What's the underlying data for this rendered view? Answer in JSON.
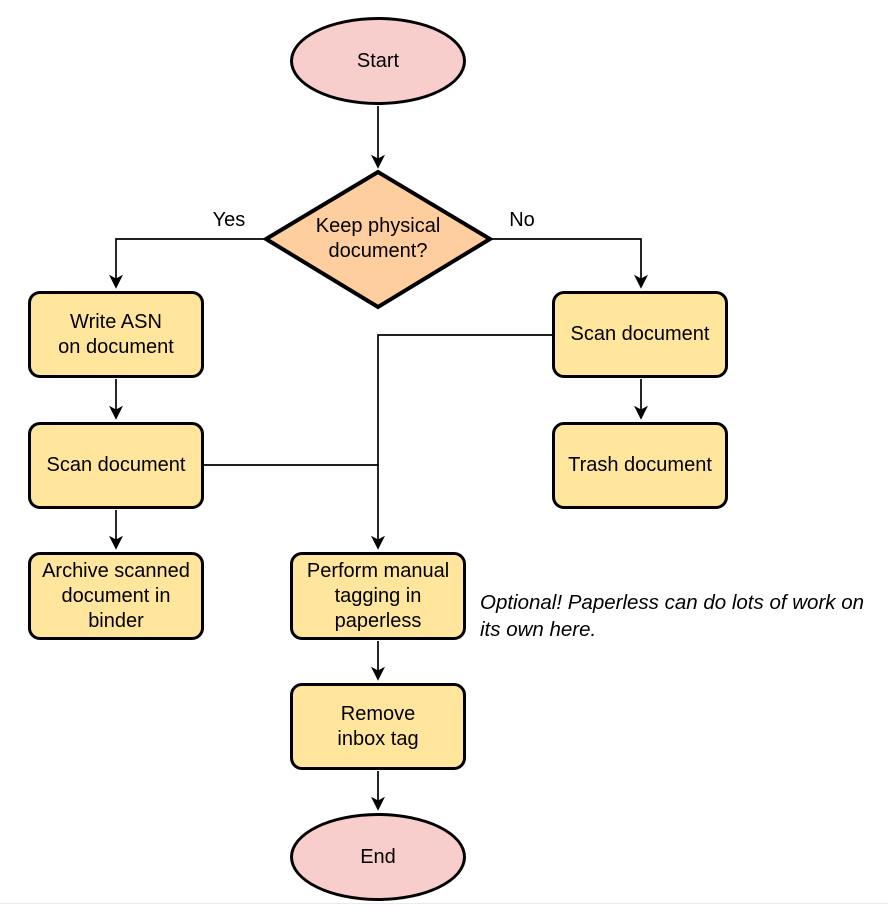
{
  "colors": {
    "terminal_fill": "#f8cecc",
    "decision_fill": "#ffce9e",
    "process_fill": "#ffe69c",
    "stroke": "#000000",
    "background": "#ffffff"
  },
  "nodes": {
    "start": {
      "type": "terminal",
      "label": "Start"
    },
    "decision": {
      "type": "decision",
      "label": "Keep physical\ndocument?"
    },
    "write_asn": {
      "type": "process",
      "label": "Write ASN\non document"
    },
    "scan_left": {
      "type": "process",
      "label": "Scan document"
    },
    "archive": {
      "type": "process",
      "label": "Archive scanned\ndocument in\nbinder"
    },
    "scan_right": {
      "type": "process",
      "label": "Scan document"
    },
    "trash": {
      "type": "process",
      "label": "Trash document"
    },
    "tagging": {
      "type": "process",
      "label": "Perform manual\ntagging in\npaperless"
    },
    "remove_inbox": {
      "type": "process",
      "label": "Remove\ninbox tag"
    },
    "end": {
      "type": "terminal",
      "label": "End"
    }
  },
  "edge_labels": {
    "yes": "Yes",
    "no": "No"
  },
  "edges": [
    {
      "from": "start",
      "to": "decision"
    },
    {
      "from": "decision",
      "to": "write_asn",
      "label": "Yes"
    },
    {
      "from": "decision",
      "to": "scan_right",
      "label": "No"
    },
    {
      "from": "write_asn",
      "to": "scan_left"
    },
    {
      "from": "scan_left",
      "to": "archive"
    },
    {
      "from": "scan_right",
      "to": "trash"
    },
    {
      "from": "scan_right",
      "to": "tagging"
    },
    {
      "from": "scan_left",
      "to": "tagging"
    },
    {
      "from": "tagging",
      "to": "remove_inbox"
    },
    {
      "from": "remove_inbox",
      "to": "end"
    }
  ],
  "annotation": {
    "text": "Optional! Paperless can do lots of work on\nits own here."
  }
}
